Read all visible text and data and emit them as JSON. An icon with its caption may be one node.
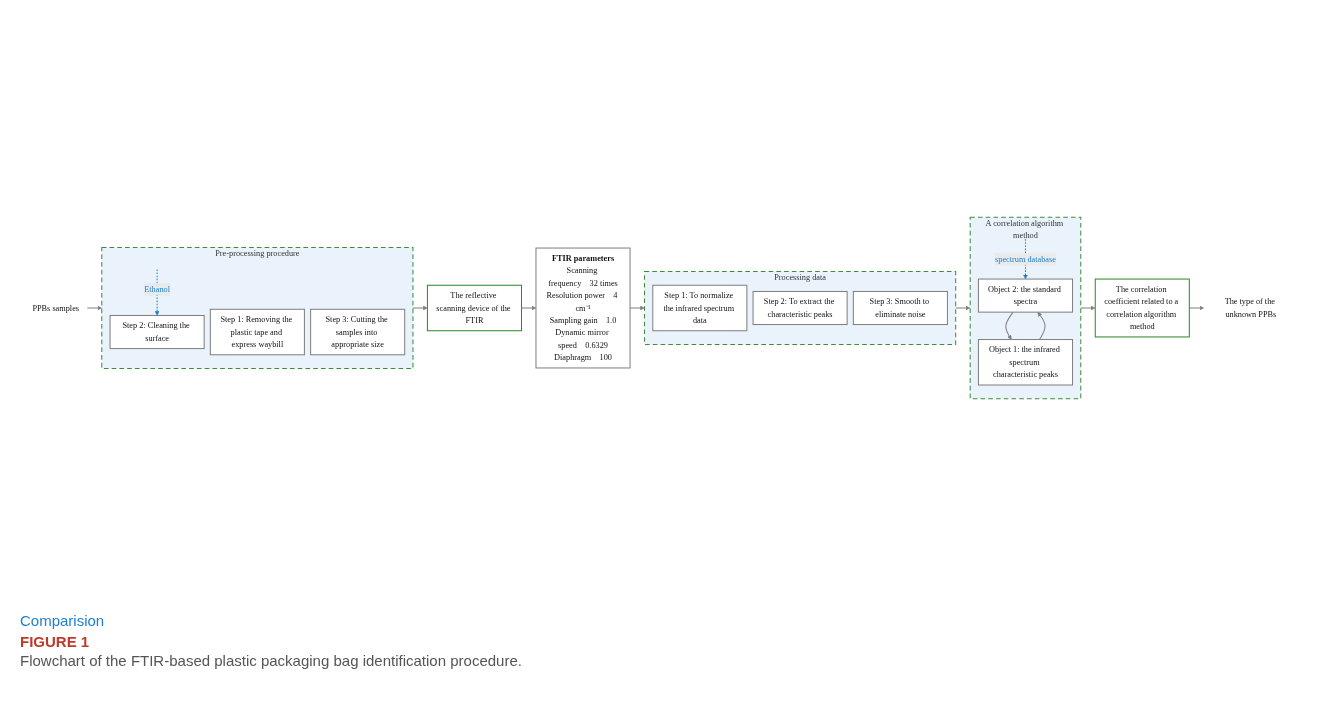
{
  "diagram": {
    "title": "FIGURE 1",
    "caption": "Flowchart of the FTIR-based plastic packaging bag identification procedure.",
    "nodes": [
      {
        "text": [
          "PPBs samples"
        ]
      },
      {
        "text": [
          "Pre-processing procedure"
        ]
      },
      {
        "text": [
          "Step 1: Removing the plastic tape and express waybill"
        ],
        "in": 1
      },
      {
        "text": [
          "Step 2: Cleaning the surface"
        ],
        "in": 1
      },
      {
        "text": [
          "Step 3: Cutting the samples into appropriate size"
        ],
        "in": 1
      },
      {
        "text": [
          "The reflective scanning device of the FTIR"
        ]
      },
      {
        "text": [
          "FTIR parameters",
          "Scanning frequency",
          "32 times",
          "Resolution power",
          "4 cm⁻¹",
          "Sampling gain",
          "1.0",
          "Dynamic mirror speed",
          "0.6329",
          "Diaphragm",
          "100"
        ]
      },
      {
        "text": [
          "Processing data"
        ]
      },
      {
        "text": [
          "Step 1: To normalize the infrared spectrum data"
        ],
        "in": 7
      },
      {
        "text": [
          "Step 2: To extract the characteristic peaks"
        ],
        "in": 7
      },
      {
        "text": [
          "Step 3: Smooth to eliminate noise"
        ],
        "in": 7
      },
      {
        "text": [
          "A correlation algorithm method"
        ]
      },
      {
        "text": [
          "Object 1: the infrared spectrum characteristic peaks"
        ],
        "in": 11
      },
      {
        "text": [
          "Object 2: the standard spectra"
        ],
        "in": 11
      },
      {
        "text": [
          "The correlation coefficient related to a correlation algorithm method"
        ]
      },
      {
        "text": [
          "The type of the unknown PPBs"
        ]
      }
    ],
    "edges": [
      {
        "from": 0,
        "to": 1,
        "arrow": "to"
      },
      {
        "from": null,
        "to": 3,
        "arrow": "to",
        "label": "Ethanol",
        "style": "dashed",
        "color": "#1f7fd0"
      },
      {
        "from": 1,
        "to": 5,
        "arrow": "to"
      },
      {
        "from": 5,
        "to": 6,
        "arrow": "to"
      },
      {
        "from": 6,
        "to": 7,
        "arrow": "to"
      },
      {
        "from": 7,
        "to": 11,
        "arrow": "to"
      },
      {
        "from": 13,
        "to": 12,
        "arrow": "to"
      },
      {
        "from": 12,
        "to": 13,
        "arrow": "to"
      },
      {
        "from": null,
        "to": 13,
        "arrow": "to",
        "label": "spectrum database",
        "style": "dashed",
        "color": "#1f7fd0"
      },
      {
        "from": 11,
        "to": 14,
        "arrow": "to"
      },
      {
        "from": 14,
        "to": 15,
        "arrow": "to"
      }
    ],
    "labels": [
      "Comparision"
    ]
  }
}
